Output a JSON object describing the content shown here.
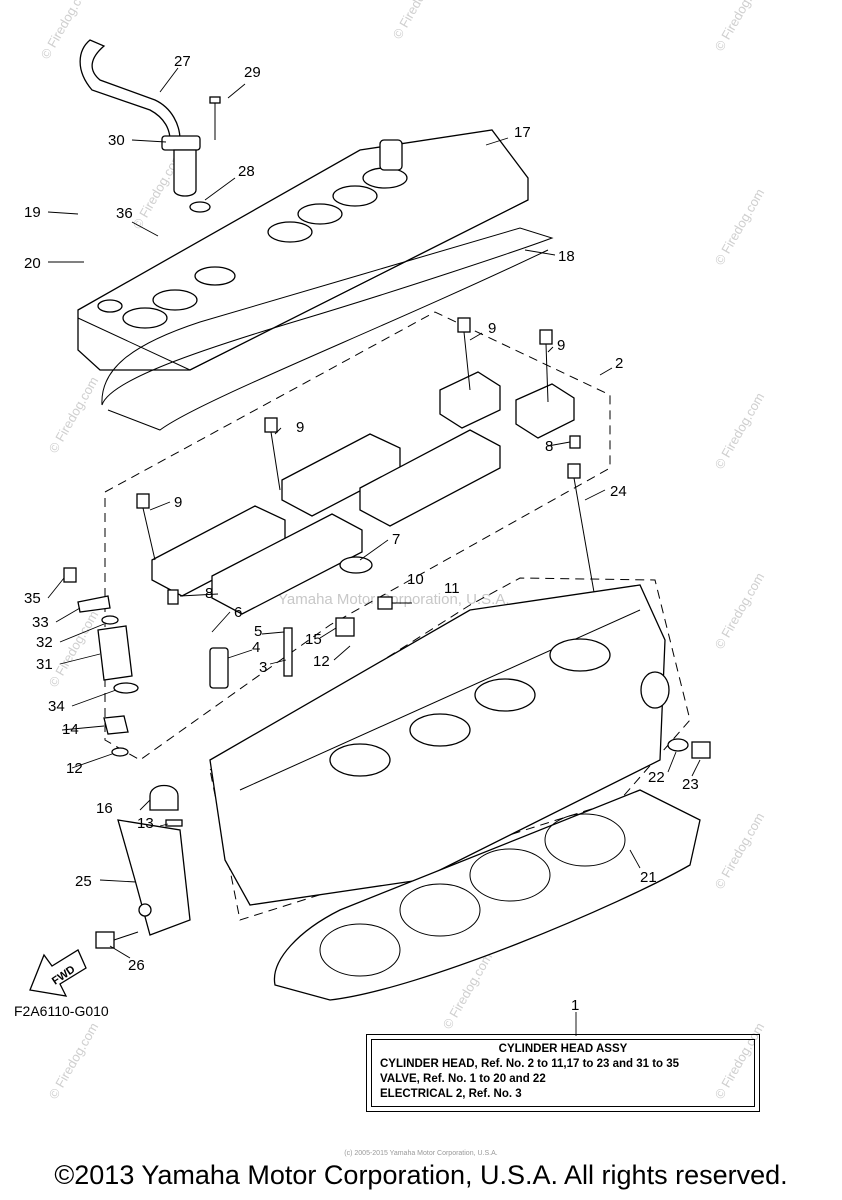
{
  "diagram_code": "F2A6110-G010",
  "fwd_label": "FWD",
  "center_watermark": "Yamaha Motor Corporation, U.S.A.",
  "watermark": "© Firedog.com",
  "tiny_watermark": "(c) 2005-2015 Yamaha Motor Corporation, U.S.A.",
  "callouts": [
    "1",
    "2",
    "3",
    "4",
    "5",
    "6",
    "7",
    "8",
    "8",
    "9",
    "9",
    "9",
    "9",
    "10",
    "11",
    "12",
    "12",
    "13",
    "14",
    "15",
    "16",
    "17",
    "18",
    "19",
    "20",
    "21",
    "22",
    "23",
    "24",
    "25",
    "26",
    "27",
    "28",
    "29",
    "30",
    "31",
    "32",
    "33",
    "34",
    "35",
    "36"
  ],
  "reference_box": {
    "title": "CYLINDER HEAD ASSY",
    "lines": [
      "CYLINDER HEAD, Ref. No. 2 to 11,17 to 23 and 31 to 35",
      "VALVE, Ref. No. 1 to 20 and 22",
      "ELECTRICAL 2, Ref. No. 3"
    ]
  },
  "copyright": "©2013 Yamaha Motor Corporation, U.S.A. All rights reserved."
}
